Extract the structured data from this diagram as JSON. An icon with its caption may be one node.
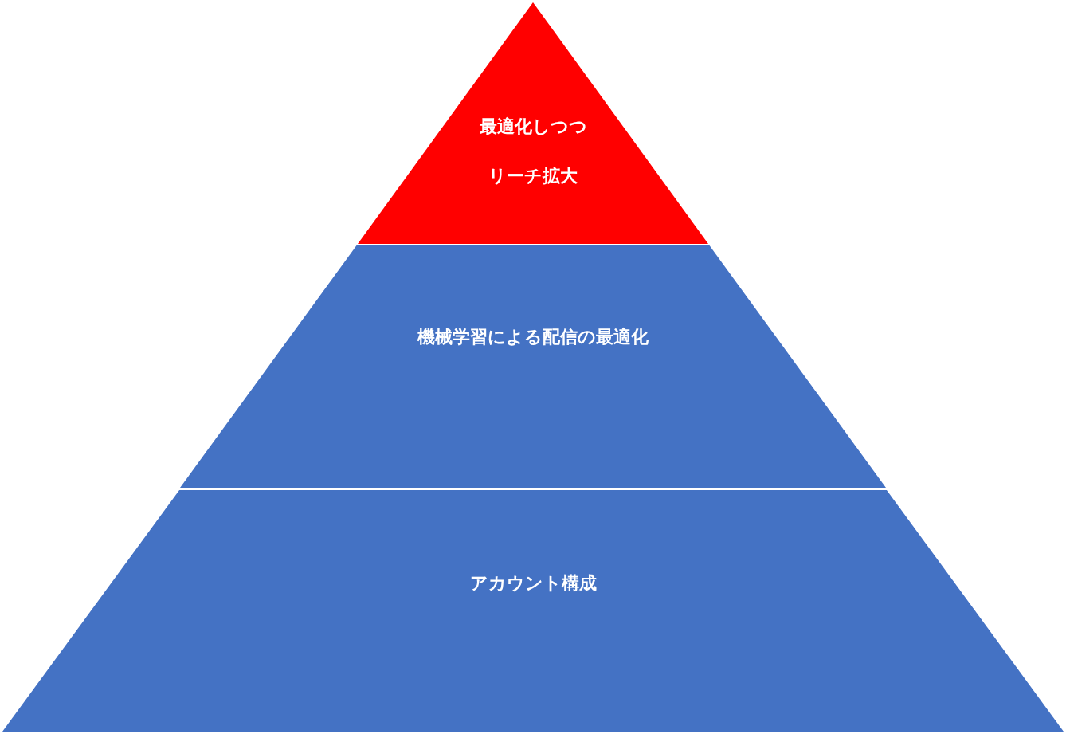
{
  "diagram": {
    "nodes": [
      {
        "text": [
          "最適化しつつリーチ拡大"
        ]
      },
      {
        "text": [
          "機械学習による配信の最適化"
        ]
      },
      {
        "text": [
          "アカウント構成"
        ]
      }
    ]
  }
}
